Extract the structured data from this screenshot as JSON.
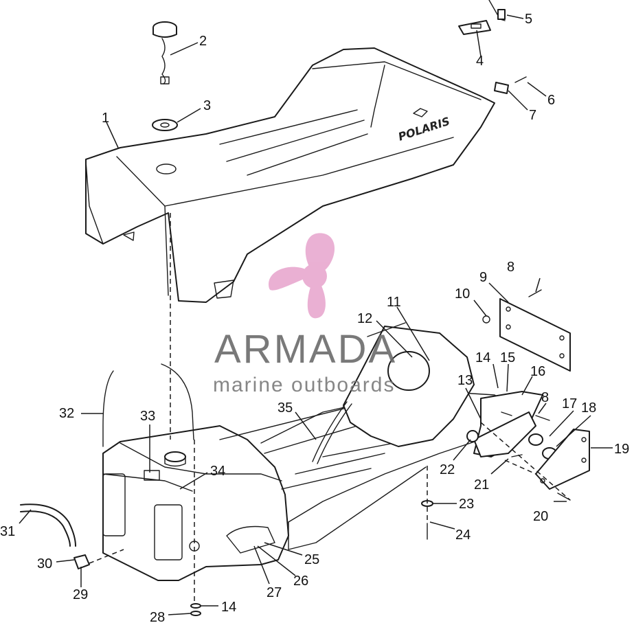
{
  "watermark": {
    "name": "ARMADA",
    "tagline": "marine outboards",
    "color": "#e8a8cf"
  },
  "seat_brand": "POLARIS",
  "callouts": [
    "1",
    "2",
    "3",
    "4",
    "5",
    "6",
    "7",
    "8",
    "9",
    "10",
    "11",
    "12",
    "13",
    "14",
    "15",
    "16",
    "8",
    "17",
    "18",
    "19",
    "20",
    "21",
    "22",
    "23",
    "24",
    "25",
    "26",
    "27",
    "14",
    "28",
    "29",
    "30",
    "31",
    "32",
    "33",
    "34",
    "35"
  ]
}
